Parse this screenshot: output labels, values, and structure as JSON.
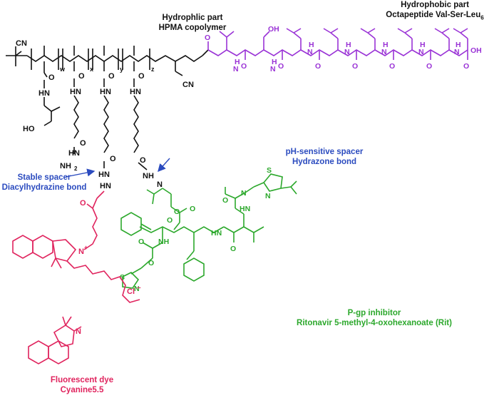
{
  "labels": {
    "hydrophilic_title": "Hydrophlic part",
    "hydrophilic_sub": "HPMA copolymer",
    "hydrophobic_title": "Hydrophobic part",
    "hydrophobic_sub": "Octapeptide Val-Ser-Leu",
    "hydrophobic_subscript": "6",
    "ph_title": "pH-sensitive spacer",
    "ph_sub": "Hydrazone bond",
    "stable_title": "Stable spacer",
    "stable_sub": "Diacylhydrazine bond",
    "pgp_title": "P-gp inhibitor",
    "pgp_sub": "Ritonavir 5-methyl-4-oxohexanoate (Rit)",
    "dye_title": "Fluorescent dye",
    "dye_sub": "Cyanine5.5"
  },
  "atoms": {
    "cn_left": "CN",
    "cn_right": "CN",
    "sub_w": "w",
    "sub_x": "x",
    "sub_y": "y",
    "sub_z": "z",
    "o": "O",
    "oh": "OH",
    "ho": "HO",
    "nh": "NH",
    "hn": "HN",
    "h": "H",
    "n": "N",
    "s": "S",
    "nh2": "NH",
    "nh2_sub": "2",
    "n_plus": "N",
    "plus": "+",
    "cl_minus": "Cl",
    "minus": "–"
  },
  "colors": {
    "backbone": "#111111",
    "peptide": "#9a33d6",
    "spacer_labels": "#2b4bbf",
    "ritonavir": "#2ca82c",
    "cyanine": "#e0245e"
  }
}
